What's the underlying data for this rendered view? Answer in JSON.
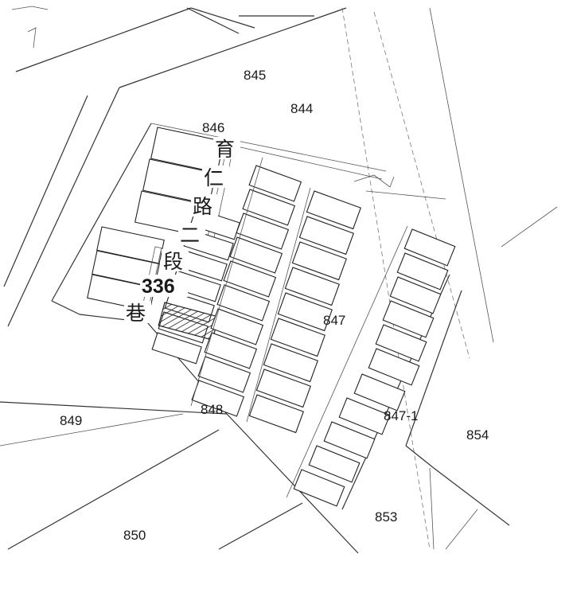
{
  "parcels": {
    "p845": "845",
    "p844": "844",
    "p846": "846",
    "p847": "847",
    "p847_1": "847-1",
    "p848": "848",
    "p849": "849",
    "p850": "850",
    "p853": "853",
    "p854": "854"
  },
  "road": {
    "chars": [
      "育",
      "仁",
      "路",
      "二",
      "段"
    ],
    "lane_number": "336",
    "lane_suffix": "巷"
  },
  "highlight": {
    "parcel": "848",
    "pattern": "hatched"
  }
}
